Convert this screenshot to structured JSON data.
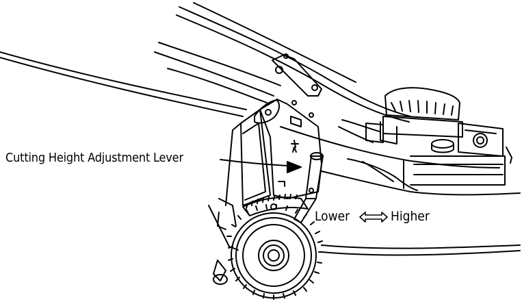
{
  "labels": {
    "lever": "Cutting Height Adjustment Lever",
    "lower": "Lower",
    "higher": "Higher"
  },
  "icons": {
    "direction": "double-arrow-icon"
  },
  "colors": {
    "line": "#000000",
    "background": "#ffffff"
  }
}
